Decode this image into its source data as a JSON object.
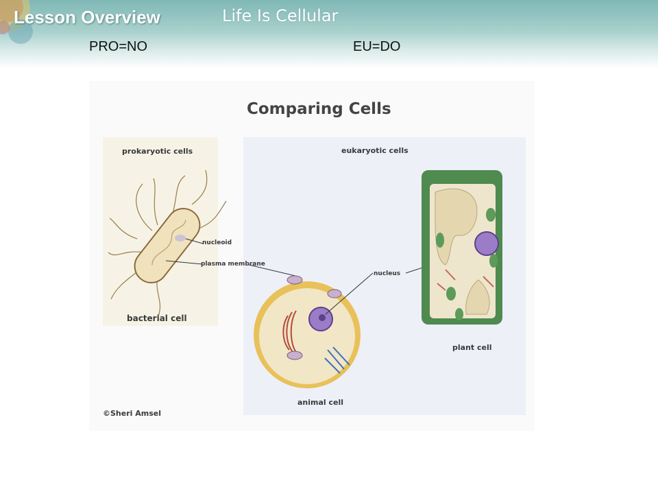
{
  "header": {
    "lesson_label": "Lesson Overview",
    "topic": "Life Is Cellular"
  },
  "notes": {
    "prokaryote": "PRO=NO",
    "eukaryote": "EU=DO"
  },
  "figure": {
    "title": "Comparing Cells",
    "prokaryotic_heading": "prokaryotic cells",
    "eukaryotic_heading": "eukaryotic cells",
    "labels": {
      "nucleoid": "nucleoid",
      "plasma_membrane": "plasma membrane",
      "nucleus": "nucleus",
      "bacterial_cell": "bacterial cell",
      "plant_cell": "plant cell",
      "animal_cell": "animal cell"
    },
    "credit": "©Sheri Amsel"
  },
  "colors": {
    "header_teal": "#7fb8b6",
    "prokaryote_panel": "#f6f3e6",
    "eukaryote_panel": "#eef0f8",
    "cell_wall_green": "#4f8a4f",
    "cytoplasm_cream": "#f1e6c6",
    "nucleus_purple": "#9b7cc6"
  }
}
